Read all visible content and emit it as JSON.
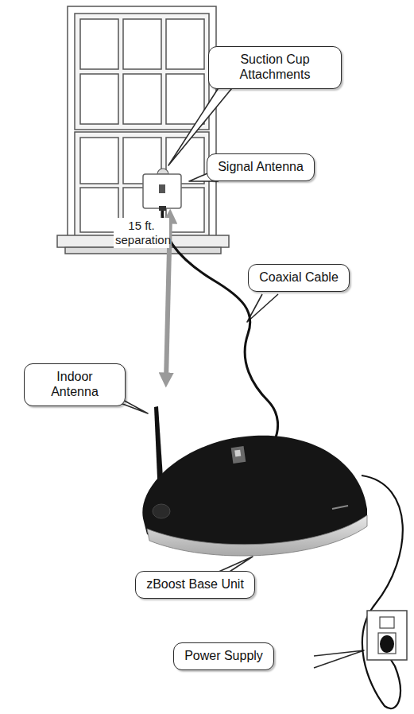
{
  "diagram": {
    "nodes": [
      {
        "text": [
          "Suction Cup Attachments"
        ]
      },
      {
        "text": [
          "Signal Antenna"
        ]
      },
      {
        "text": [
          "Coaxial Cable"
        ]
      },
      {
        "text": [
          "Indoor Antenna"
        ]
      },
      {
        "text": [
          "zBoost Base Unit"
        ]
      },
      {
        "text": [
          "Power Supply"
        ]
      }
    ],
    "labels": [
      "15 ft. separation"
    ]
  }
}
